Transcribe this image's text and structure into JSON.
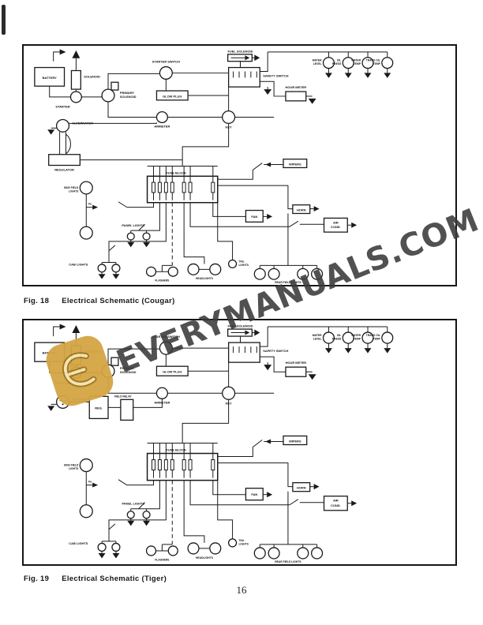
{
  "page": {
    "number": "16"
  },
  "watermark": {
    "text": "EVERYMANUALS.COM",
    "text_color": "#3a3a3a",
    "logo_color": "#d4a544"
  },
  "figs": [
    {
      "fig_label": "Fig. 18",
      "caption": "Electrical Schematic (Cougar)",
      "labels": {
        "battery": "BATTERY",
        "solenoid": "SOLENOID",
        "starter": "STARTER",
        "primary_solenoid": [
          "PRIMARY",
          "SOLENOID"
        ],
        "starter_switch": "STARTER SWITCH",
        "glow_plug": "GLOW PLUG",
        "ammeter": "AMMETER",
        "key": "KEY",
        "fuel_solenoid": "FUEL SOLENOID",
        "safety_switch": "SAFETY SWITCH",
        "hour_meter": "HOUR METER",
        "gauges": [
          [
            "WATER",
            "LEVEL"
          ],
          [
            "OIL",
            "PRESS"
          ],
          [
            "WATER",
            "TEMP"
          ],
          [
            "TRANS OIL",
            "TEMP"
          ]
        ],
        "alternator": "ALTERNATOR",
        "regulator": "REGULATOR",
        "fuse_block": "FUSE BLOCK",
        "wipers": "WIPERS",
        "horn": "HORN",
        "fan": "FAN",
        "air_cond": [
          "AIR",
          "COND."
        ],
        "side_field_lights": [
          "SIDE FIELD",
          "LIGHTS"
        ],
        "fuse_abbrev": "Fu",
        "panel_lights": "PANEL LIGHTS",
        "cab_lights": "CAB LIGHTS",
        "flashers": "FLASHERS",
        "headlights": "HEADLIGHTS",
        "tail_lights": [
          "TAIL",
          "LIGHTS"
        ],
        "rear_field_lights": "REAR  FIELD  LIGHTS"
      }
    },
    {
      "fig_label": "Fig. 19",
      "caption": "Electrical Schematic (Tiger)",
      "labels": {
        "battery": "BATTERY",
        "solenoid": "SOLENOID",
        "starter": "STARTER",
        "primary_solenoid": [
          "PRIMARY",
          "SOLENOID"
        ],
        "starter_switch": "STARTER SWITCH",
        "glow_plug": "GLOW PLUG",
        "ammeter": "AMMETER",
        "key": "KEY",
        "fuel_solenoid": "FUEL SOLENOID",
        "safety_switch": "SAFETY SWITCH",
        "hour_meter": "HOUR METER",
        "gauges": [
          [
            "WATER",
            "LEVEL"
          ],
          [
            "OIL",
            "PRESS"
          ],
          [
            "WATER",
            "TEMP"
          ],
          [
            "TRANS OIL",
            "TEMP"
          ]
        ],
        "alternator": "ALTERNATOR",
        "reg": "REG.",
        "field_relay": "FIELD RELAY",
        "fuse_block": "FUSE BLOCK",
        "wipers": "WIPERS",
        "horn": "HORN",
        "fan": "FAN",
        "air_cond": [
          "AIR",
          "COND."
        ],
        "side_field_lights": [
          "SIDE FIELD",
          "LIGHTS"
        ],
        "fuse_abbrev": "Fu",
        "panel_lights": "PANEL LIGHTS",
        "cab_lights": "CAB LIGHTS",
        "flashers": "FLASHERS",
        "headlights": "HEADLIGHTS",
        "tail_lights": [
          "TAIL",
          "LIGHTS"
        ],
        "rear_field_lights": "REAR  FIELD  LIGHTS"
      }
    }
  ]
}
